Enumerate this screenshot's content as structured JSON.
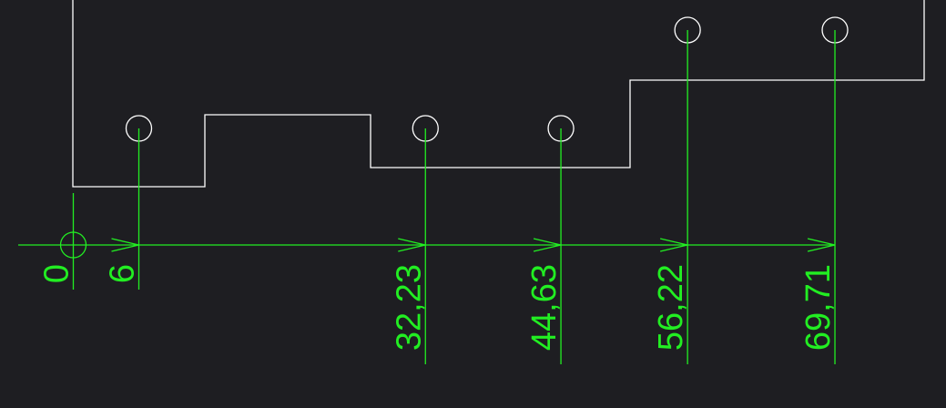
{
  "colors": {
    "background": "#1e1e22",
    "outline": "#ffffff",
    "dimension": "#22ee22"
  },
  "ordinate_dimensions": [
    {
      "label": "0",
      "value": 0
    },
    {
      "label": "6",
      "value": 6
    },
    {
      "label": "32,23",
      "value": 32.23
    },
    {
      "label": "44,63",
      "value": 44.63
    },
    {
      "label": "56,22",
      "value": 56.22
    },
    {
      "label": "69,71",
      "value": 69.71
    }
  ],
  "holes": [
    {
      "x": 6,
      "row": "lower"
    },
    {
      "x": 32.23,
      "row": "lower"
    },
    {
      "x": 44.63,
      "row": "lower"
    },
    {
      "x": 56.22,
      "row": "upper"
    },
    {
      "x": 69.71,
      "row": "upper"
    }
  ]
}
